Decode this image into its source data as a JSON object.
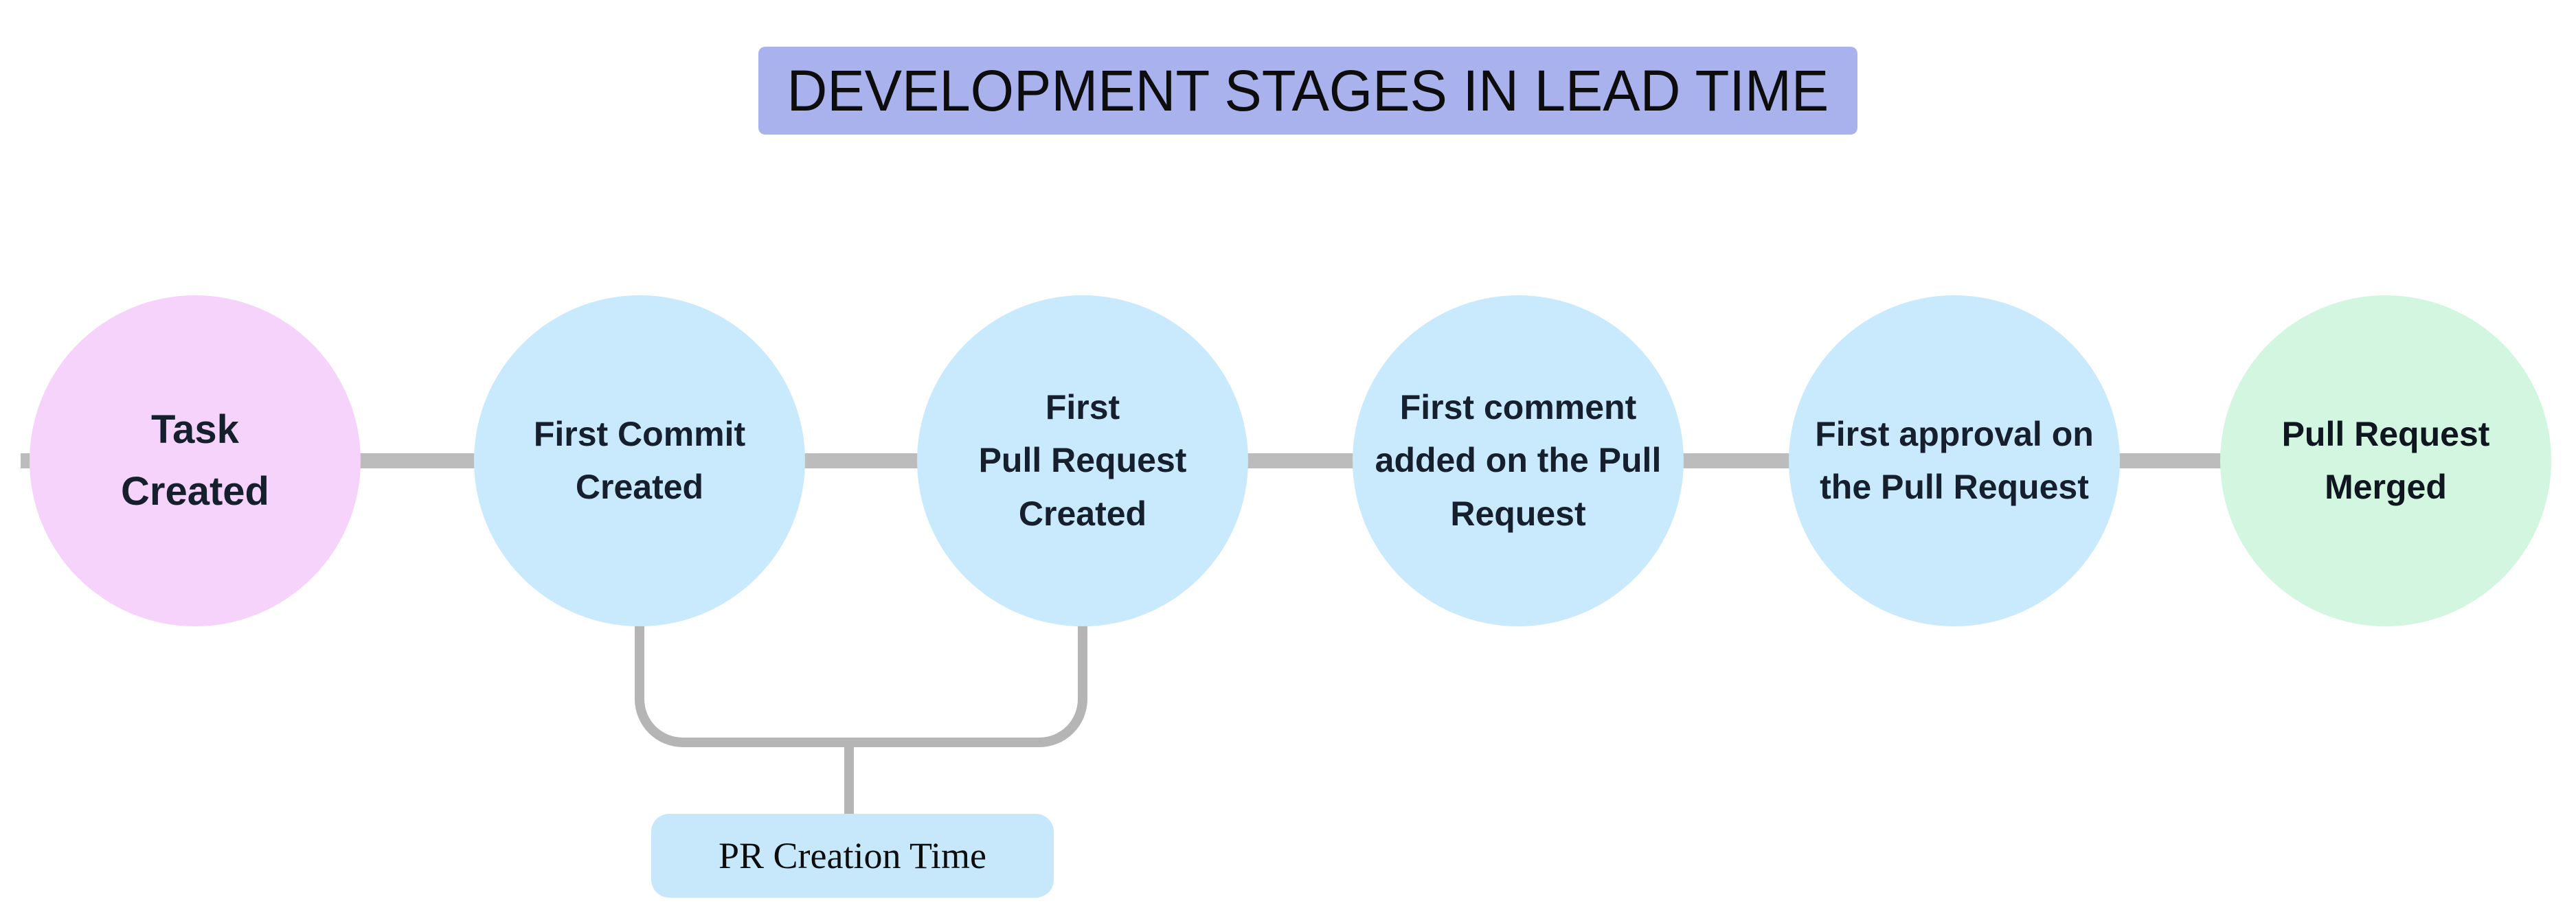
{
  "title": {
    "text": "DEVELOPMENT STAGES IN LEAD TIME",
    "bg": "#a9b2ec"
  },
  "colors": {
    "connector": "#bcbcbc",
    "bracket": "#b5b5b5",
    "stage_text": "#161f2d"
  },
  "stages": [
    {
      "label": "Task Created",
      "lines": [
        "Task",
        "Created"
      ],
      "color": "#f6d3fa"
    },
    {
      "label": "First Commit Created",
      "lines": [
        "First Commit",
        "Created"
      ],
      "color": "#c9e9fc"
    },
    {
      "label": "First Pull Request Created",
      "lines": [
        "First",
        "Pull Request",
        "Created"
      ],
      "color": "#c9e9fc"
    },
    {
      "label": "First comment added on the Pull Request",
      "lines": [
        "First comment",
        "added on the Pull",
        "Request"
      ],
      "color": "#c9e9fc"
    },
    {
      "label": "First approval on the Pull Request",
      "lines": [
        "First approval on",
        "the Pull Request"
      ],
      "color": "#c9e9fc"
    },
    {
      "label": "Pull Request Merged",
      "lines": [
        "Pull Request",
        "Merged"
      ],
      "color": "#d2f6e0"
    }
  ],
  "annotation": {
    "label": "PR Creation Time",
    "bg": "#c7e8fb",
    "spans_from_stage": 2,
    "spans_to_stage": 3
  }
}
